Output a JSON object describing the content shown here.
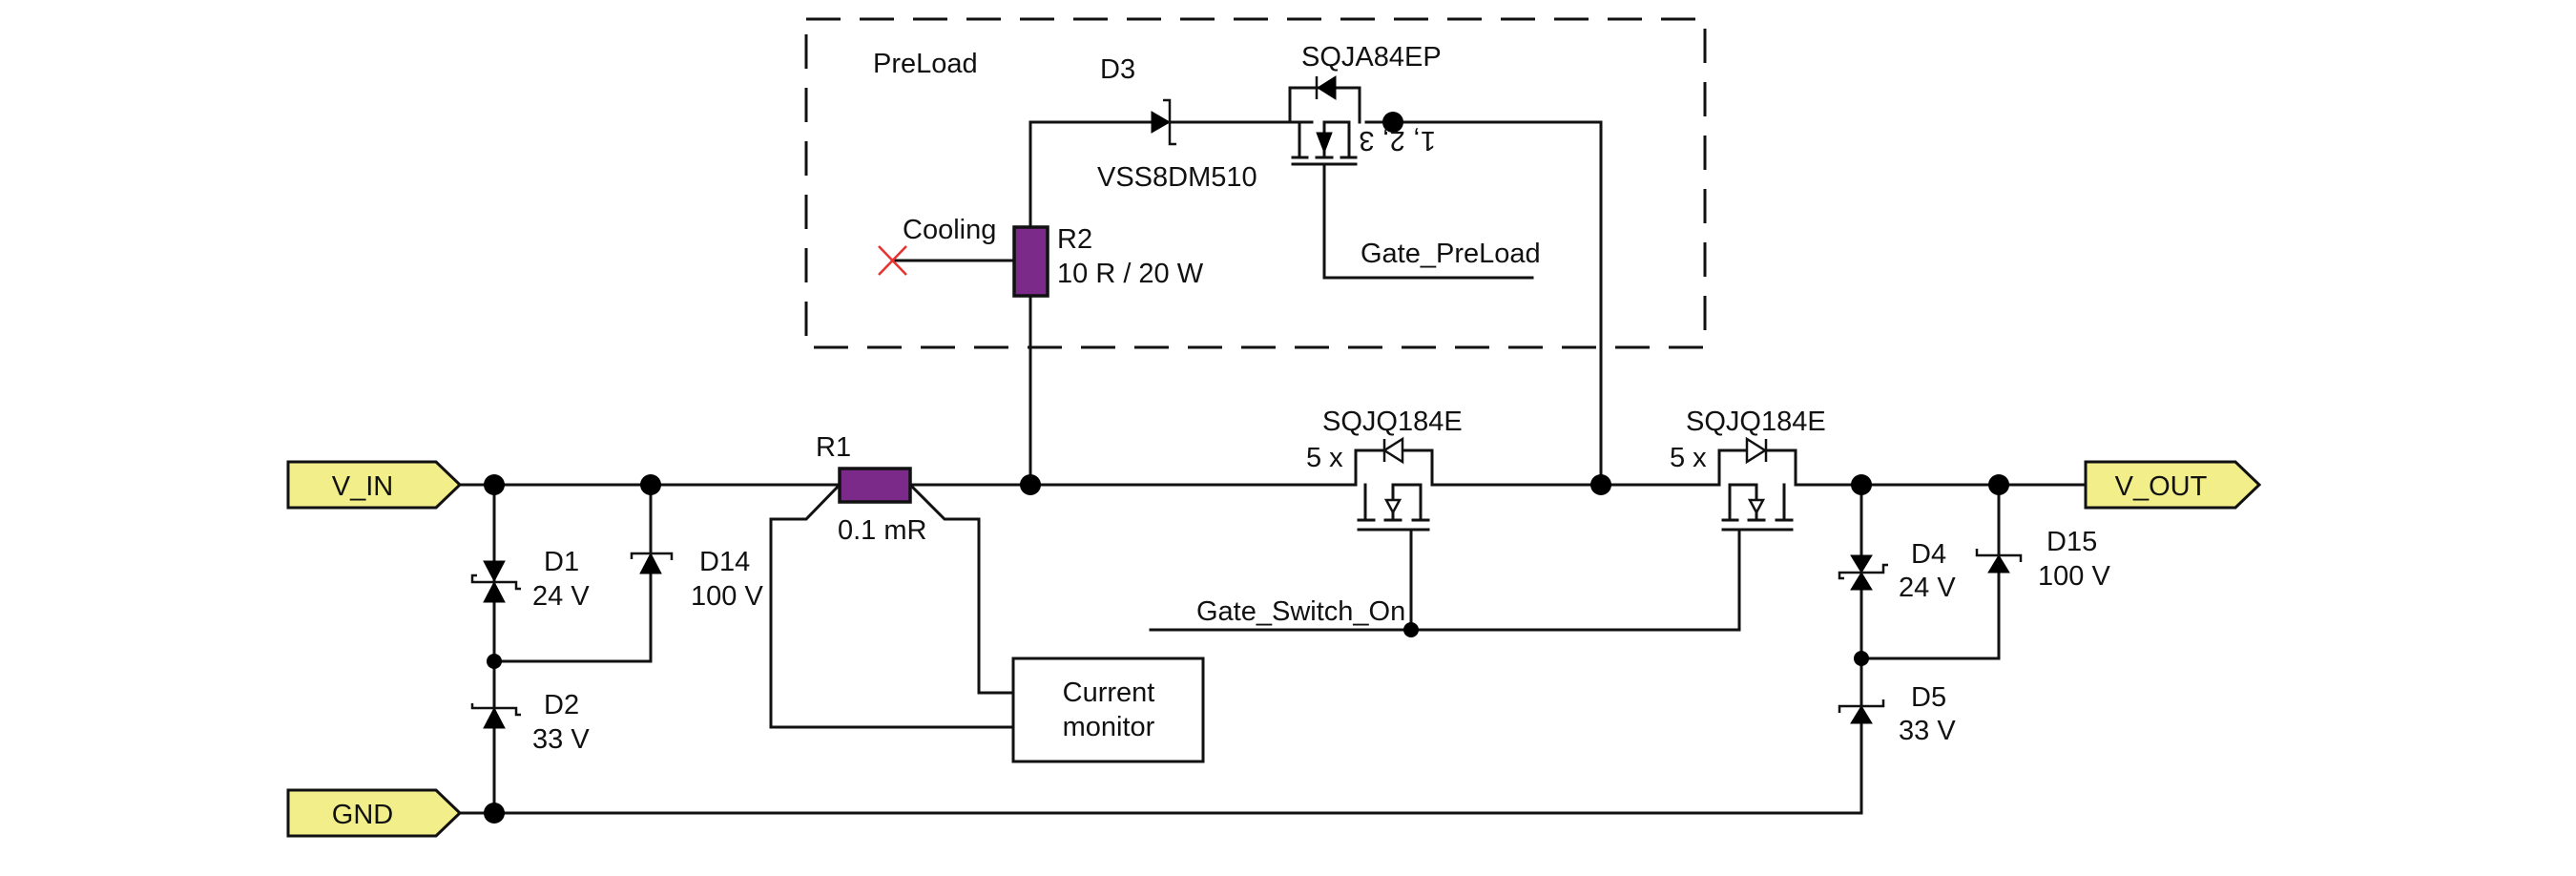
{
  "diagram": {
    "type": "circuit-schematic",
    "ports": {
      "v_in": "V_IN",
      "v_out": "V_OUT",
      "gnd": "GND"
    },
    "colors": {
      "port_fill": "#f2ef8a",
      "resistor_fill": "#7b2a8a",
      "no_connect_mark": "#e8322f"
    },
    "preload": {
      "title": "PreLoad",
      "diode": {
        "ref": "D3",
        "part": "VSS8DM510"
      },
      "mosfet": {
        "part": "SQJA84EP",
        "pins": "1, 2, 3"
      },
      "resistor": {
        "ref": "R2",
        "value": "10 R / 20 W"
      },
      "cooling_label": "Cooling",
      "gate_net": "Gate_PreLoad"
    },
    "shunt": {
      "ref": "R1",
      "value": "0.1 mR"
    },
    "current_monitor": {
      "line1": "Current",
      "line2": "monitor"
    },
    "switches": [
      {
        "part": "SQJQ184E",
        "count": "5 x"
      },
      {
        "part": "SQJQ184E",
        "count": "5 x"
      }
    ],
    "gate_switch_net": "Gate_Switch_On",
    "input_protection": [
      {
        "ref": "D1",
        "value": "24 V"
      },
      {
        "ref": "D14",
        "value": "100 V"
      },
      {
        "ref": "D2",
        "value": "33 V"
      }
    ],
    "output_protection": [
      {
        "ref": "D4",
        "value": "24 V"
      },
      {
        "ref": "D15",
        "value": "100 V"
      },
      {
        "ref": "D5",
        "value": "33 V"
      }
    ]
  }
}
